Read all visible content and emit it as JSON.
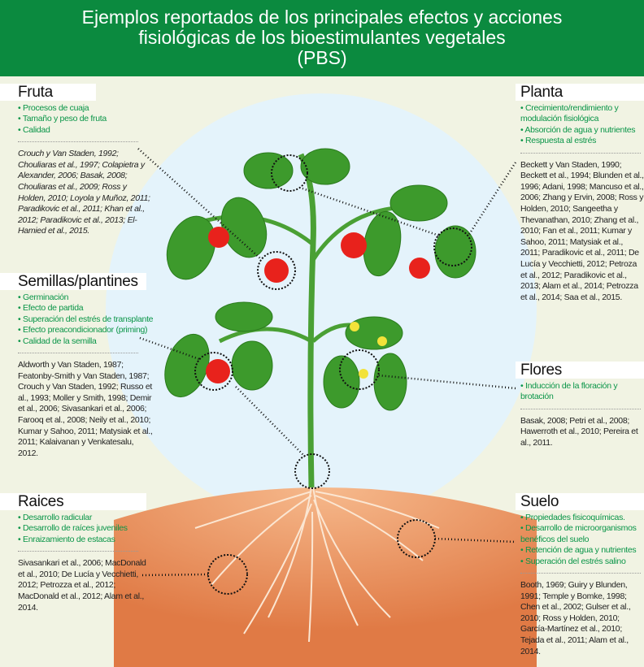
{
  "title": [
    "Ejemplos reportados de los principales efectos y acciones",
    "fisiológicas de los bioestimulantes vegetales",
    "(PBS)"
  ],
  "sections": {
    "fruta": {
      "title": "Fruta",
      "bullets": [
        "Procesos de cuaja",
        "Tamaño y peso de fruta",
        "Calidad"
      ],
      "refs": "Crouch y Van Staden, 1992; Chouliaras et al., 1997; Colapietra y Alexander, 2006; Basak, 2008; Chouliaras et al., 2009; Ross y Holden, 2010; Loyola y Muñoz, 2011; Paradikovic et al., 2011; Khan et al., 2012; Paradikovic et al., 2013; El-Hamied et al., 2015."
    },
    "semillas": {
      "title": "Semillas/plantines",
      "bullets": [
        "Germinación",
        "Efecto de partida",
        "Superación del estrés de transplante",
        "Efecto preacondicionador (priming)",
        "Calidad de la semilla"
      ],
      "refs": "Aldworth y Van Staden, 1987; Featonby-Smith y Van Staden, 1987; Crouch y Van Staden, 1992; Russo et al., 1993; Moller y Smith, 1998; Demir et al., 2006; Sivasankari et al., 2006; Farooq et al., 2008; Neily et al., 2010; Kumar y Sahoo, 2011; Matysiak et al., 2011; Kalaivanan y Venkatesalu, 2012."
    },
    "raices": {
      "title": "Raices",
      "bullets": [
        "Desarrollo radicular",
        "Desarrollo de raíces juveniles",
        "Enraizamiento de estacas"
      ],
      "refs": "Sivasankari et al., 2006; MacDonald et al., 2010; De Lucía y Vecchietti, 2012; Petrozza et al., 2012; MacDonald et al., 2012; Alam et al., 2014."
    },
    "planta": {
      "title": "Planta",
      "bullets": [
        "Crecimiento/rendimiento y modulación fisiológica",
        "Absorción de agua y nutrientes",
        "Respuesta al estrés"
      ],
      "refs": "Beckett y Van Staden, 1990; Beckett et al., 1994; Blunden et al., 1996; Adani, 1998; Mancuso et al., 2006; Zhang y Ervin, 2008; Ross y Holden, 2010; Sangeetha y Thevanathan, 2010; Zhang et al., 2010; Fan et al., 2011; Kumar y Sahoo, 2011; Matysiak et al., 2011; Paradikovic et al., 2011; De Lucía y Vecchietti, 2012; Petroza et al., 2012; Paradikovic et al., 2013; Alam et al., 2014; Petrozza et al., 2014; Saa et al., 2015."
    },
    "flores": {
      "title": "Flores",
      "bullets": [
        "Inducción de la floración y brotación"
      ],
      "refs": "Basak, 2008; Petri et al., 2008; Hawerroth et al., 2010; Pereira et al., 2011."
    },
    "suelo": {
      "title": "Suelo",
      "bullets": [
        "Propiedades fisicoquímicas.",
        "Desarrollo de microorganismos benéficos del suelo",
        "Retención de agua y nutrientes",
        "Superación del estrés salino"
      ],
      "refs": "Booth, 1969; Guiry y Blunden, 1991; Temple y Bomke, 1998; Chen et al., 2002; Gulser et al., 2010; Ross y Holden, 2010; García-Martínez et al., 2010; Tejada et al., 2011; Alam et al., 2014."
    }
  },
  "colors": {
    "header": "#0b8a3f",
    "bullet": "#0a9548",
    "background": "#f1f3e3",
    "sky": "#e4f3fb",
    "soil": "#e98a55"
  }
}
